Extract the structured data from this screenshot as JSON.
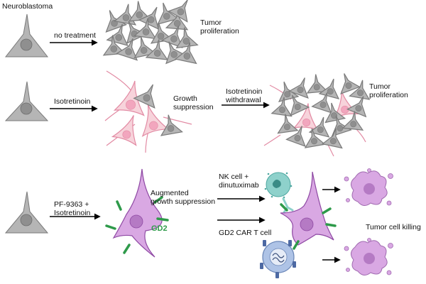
{
  "labels": {
    "neuroblastoma": "Neuroblastoma",
    "no_treatment": "no treatment",
    "tumor_proliferation_1": [
      "Tumor",
      "proliferation"
    ],
    "isotretinoin": "Isotretinoin",
    "growth_suppression": [
      "Growth",
      "suppression"
    ],
    "isotretinoin_withdrawal": [
      "Isotretinoin",
      "withdrawal"
    ],
    "tumor_proliferation_2": [
      "Tumor",
      "proliferation"
    ],
    "pf_isotretinoin": [
      "PF-9363 +",
      "Isotretinoin"
    ],
    "augmented_growth_suppression": [
      "Augmented",
      "growth suppression"
    ],
    "gd2": "GD2",
    "nk_cell_dinutuximab": [
      "NK cell +",
      "dinutuximab"
    ],
    "gd2_car_t_cell": "GD2 CAR T cell",
    "tumor_cell_killing": "Tumor cell killing"
  },
  "colors": {
    "gray_cell": "#b5b5b5",
    "gray_nucleus": "#8f8f8f",
    "pink_cell": "#f7d3db",
    "pink_outline": "#e28aa3",
    "pink_nucleus": "#f2a6be",
    "purple_cell": "#d9a8e3",
    "purple_outline": "#8e48a3",
    "purple_nucleus": "#b57ac4",
    "gd2_green": "#2e9a4a",
    "nk_teal": "#8ed1cb",
    "car_t_blue": "#aec3e6"
  }
}
